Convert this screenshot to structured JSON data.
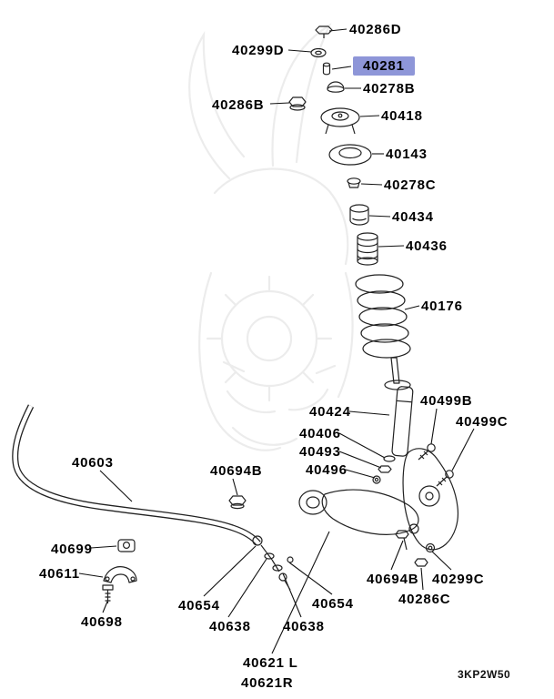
{
  "page": {
    "diagram_code": "3KP2W50",
    "highlight_color": "#8e96d8",
    "line_color": "#111111"
  },
  "labels": [
    {
      "id": "40286D",
      "text": "40286D"
    },
    {
      "id": "40299D",
      "text": "40299D"
    },
    {
      "id": "40281",
      "text": "40281",
      "highlighted": true
    },
    {
      "id": "40278B",
      "text": "40278B"
    },
    {
      "id": "40286B",
      "text": "40286B"
    },
    {
      "id": "40418",
      "text": "40418"
    },
    {
      "id": "40143",
      "text": "40143"
    },
    {
      "id": "40278C",
      "text": "40278C"
    },
    {
      "id": "40434",
      "text": "40434"
    },
    {
      "id": "40436",
      "text": "40436"
    },
    {
      "id": "40176",
      "text": "40176"
    },
    {
      "id": "40424",
      "text": "40424"
    },
    {
      "id": "40499B",
      "text": "40499B"
    },
    {
      "id": "40499C",
      "text": "40499C"
    },
    {
      "id": "40406",
      "text": "40406"
    },
    {
      "id": "40493",
      "text": "40493"
    },
    {
      "id": "40496",
      "text": "40496"
    },
    {
      "id": "40603",
      "text": "40603"
    },
    {
      "id": "40694B-1",
      "text": "40694B"
    },
    {
      "id": "40699",
      "text": "40699"
    },
    {
      "id": "40611",
      "text": "40611"
    },
    {
      "id": "40698",
      "text": "40698"
    },
    {
      "id": "40654-left",
      "text": "40654"
    },
    {
      "id": "40638-left",
      "text": "40638"
    },
    {
      "id": "40638-right",
      "text": "40638"
    },
    {
      "id": "40654-right",
      "text": "40654"
    },
    {
      "id": "40694B-2",
      "text": "40694B"
    },
    {
      "id": "40299C",
      "text": "40299C"
    },
    {
      "id": "40286C",
      "text": "40286C"
    },
    {
      "id": "40621L",
      "text": "40621 L"
    },
    {
      "id": "40621R",
      "text": "40621R"
    }
  ]
}
